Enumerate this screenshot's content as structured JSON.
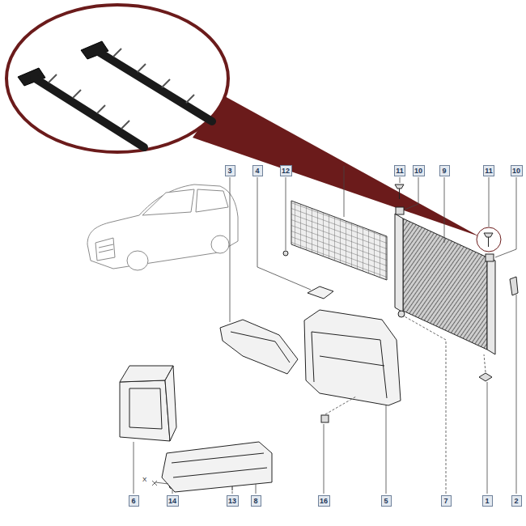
{
  "diagram": {
    "nodes": [
      {
        "text": [
          "3"
        ]
      },
      {
        "text": [
          "4"
        ]
      },
      {
        "text": [
          "12"
        ]
      },
      {
        "text": [
          "11"
        ]
      },
      {
        "text": [
          "10"
        ]
      },
      {
        "text": [
          "9"
        ]
      },
      {
        "text": [
          "11"
        ]
      },
      {
        "text": [
          "10"
        ]
      },
      {
        "text": [
          "6"
        ]
      },
      {
        "text": [
          "14"
        ]
      },
      {
        "text": [
          "13"
        ]
      },
      {
        "text": [
          "8"
        ]
      },
      {
        "text": [
          "16"
        ]
      },
      {
        "text": [
          "5"
        ]
      },
      {
        "text": [
          "7"
        ]
      },
      {
        "text": [
          "1"
        ]
      },
      {
        "text": [
          "2"
        ]
      }
    ],
    "labels": [
      "X"
    ]
  }
}
